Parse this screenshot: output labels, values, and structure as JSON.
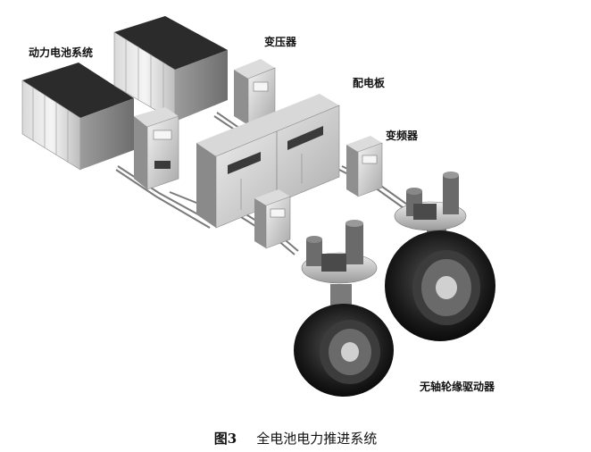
{
  "labels": {
    "battery_system": "动力电池系统",
    "transformer": "变压器",
    "distribution_board": "配电板",
    "inverter": "变频器",
    "rim_drive": "无轴轮缘驱动器"
  },
  "caption": {
    "number": "图3",
    "title": "全电池电力推进系统"
  },
  "colors": {
    "metal_light": "#e6e6e6",
    "metal_mid": "#b8b8b8",
    "metal_dark": "#3a3a3a",
    "battery_dark": "#2b2b2b",
    "duct": "#1e1e1e"
  }
}
